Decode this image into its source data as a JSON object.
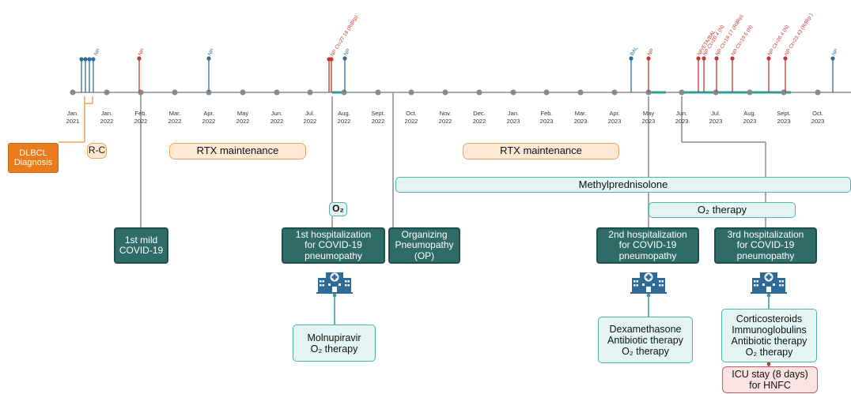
{
  "colors": {
    "axis": "#8c8c8c",
    "red_marker": "#c0392b",
    "blue_marker": "#2f6b99",
    "teal_highlight": "#2e9c97",
    "teal_dark": "#2f6b68",
    "orange": "#e87c1e",
    "peach_border": "#f0a35a"
  },
  "months": [
    {
      "m": "Jan.",
      "y": "2021"
    },
    {
      "m": "Jan.",
      "y": "2022"
    },
    {
      "m": "Feb.",
      "y": "2022"
    },
    {
      "m": "Mar.",
      "y": "2022"
    },
    {
      "m": "Apr.",
      "y": "2022"
    },
    {
      "m": "May",
      "y": "2022"
    },
    {
      "m": "Jun.",
      "y": "2022"
    },
    {
      "m": "Jul.",
      "y": "2022"
    },
    {
      "m": "Aug.",
      "y": "2022"
    },
    {
      "m": "Sept.",
      "y": "2022"
    },
    {
      "m": "Oct.",
      "y": "2022"
    },
    {
      "m": "Nov.",
      "y": "2022"
    },
    {
      "m": "Dec.",
      "y": "2022"
    },
    {
      "m": "Jan.",
      "y": "2023"
    },
    {
      "m": "Feb.",
      "y": "2023"
    },
    {
      "m": "Mar.",
      "y": "2023"
    },
    {
      "m": "Apr.",
      "y": "2023"
    },
    {
      "m": "May",
      "y": "2023"
    },
    {
      "m": "Jun.",
      "y": "2023"
    },
    {
      "m": "Jul.",
      "y": "2023"
    },
    {
      "m": "Aug.",
      "y": "2023"
    },
    {
      "m": "Sept.",
      "y": "2023"
    },
    {
      "m": "Oct.",
      "y": "2023"
    }
  ],
  "sample_labels": {
    "np": "NP",
    "bal": "BAL",
    "aug22_red": "NP Ct=27.18 (RdRp)",
    "jun23_1": "NP/ETA/BAL",
    "jun23_2": "NP Ct=20.4 (N)",
    "jul23_1": "NP Ct=19.17 (RdRp)",
    "jul23_2": "NP Ct=19.5 (N)",
    "aug23": "NP Ct=26.4 (N)",
    "sep23": "NP Ct=23.43 (RdRp )"
  },
  "boxes": {
    "dlbcl": "DLBCL\nDiagnosis",
    "rc": "R-C",
    "rtx1": "RTX maintenance",
    "rtx2": "RTX maintenance",
    "methylpred": "Methylprednisolone",
    "o2_small": "O₂",
    "o2_therapy": "O₂  therapy",
    "mild_covid": "1st mild\nCOVID-19",
    "hosp1": "1st hospitalization\nfor COVID-19\npneumopathy",
    "op": "Organizing\nPneumopathy\n(OP)",
    "hosp2": "2nd hospitalization\nfor COVID-19\npneumopathy",
    "hosp3": "3rd hospitalization\nfor COVID-19\npneumopathy",
    "treat1": "Molnupiravir\nO₂ therapy",
    "treat2": "Dexamethasone\nAntibiotic therapy\nO₂ therapy",
    "treat3": "Corticosteroids\nImmunoglobulins\nAntibiotic therapy\nO₂ therapy",
    "icu": "ICU stay (8 days)\nfor HNFC"
  },
  "icons": [
    "hospital-icon"
  ]
}
